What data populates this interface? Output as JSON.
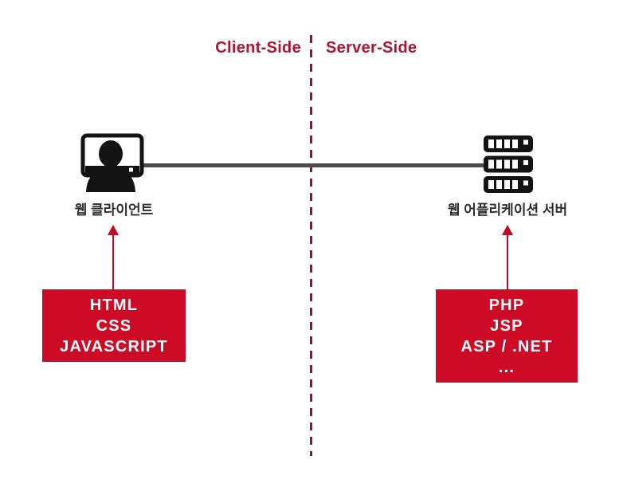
{
  "diagram": {
    "header": {
      "client_side_label": "Client-Side",
      "server_side_label": "Server-Side"
    },
    "client": {
      "name": "웹 클라이언트",
      "icon": "monitor-user-icon",
      "technologies": [
        "HTML",
        "CSS",
        "JAVASCRIPT"
      ]
    },
    "server": {
      "name": "웹 어플리케이션 서버",
      "icon": "server-stack-icon",
      "technologies": [
        "PHP",
        "JSP",
        "ASP / .NET",
        "..."
      ]
    },
    "colors": {
      "box_red": "#ce0b26",
      "header_red": "#b1122f",
      "arrow_red": "#c00a24",
      "divider_red": "#a30d23",
      "connector_gray": "#4a4a4a",
      "icon_black": "#131313",
      "label_gray": "#2e2e2e",
      "background": "#ffffff",
      "box_text": "#ffffff"
    }
  }
}
